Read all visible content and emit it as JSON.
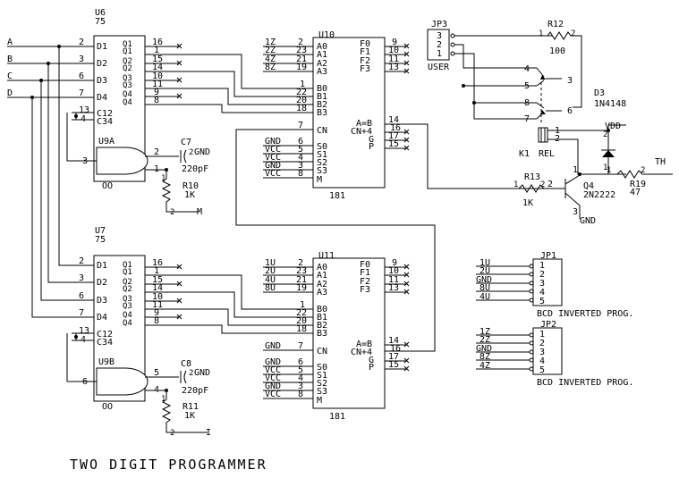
{
  "title": "TWO DIGIT PROGRAMMER",
  "inputs": [
    "A",
    "B",
    "C",
    "D"
  ],
  "u6": {
    "ref": "U6",
    "part": "75",
    "pins_left": [
      {
        "pin": "2",
        "name": "D1"
      },
      {
        "pin": "3",
        "name": "D2"
      },
      {
        "pin": "6",
        "name": "D3"
      },
      {
        "pin": "7",
        "name": "D4"
      },
      {
        "pin": "13",
        "name": "C12"
      },
      {
        "pin": "4",
        "name": "C34"
      }
    ],
    "pins_right": [
      {
        "pin": "16",
        "name": "Q1"
      },
      {
        "pin": "1",
        "name": "Q1"
      },
      {
        "pin": "15",
        "name": "Q2"
      },
      {
        "pin": "14",
        "name": "Q2"
      },
      {
        "pin": "10",
        "name": "Q3"
      },
      {
        "pin": "11",
        "name": "Q3"
      },
      {
        "pin": "9",
        "name": "Q4"
      },
      {
        "pin": "8",
        "name": "Q4"
      }
    ]
  },
  "u7": {
    "ref": "U7",
    "part": "75",
    "pins_left": [
      {
        "pin": "2",
        "name": "D1"
      },
      {
        "pin": "3",
        "name": "D2"
      },
      {
        "pin": "6",
        "name": "D3"
      },
      {
        "pin": "7",
        "name": "D4"
      },
      {
        "pin": "13",
        "name": "C12"
      },
      {
        "pin": "4",
        "name": "C34"
      }
    ],
    "pins_right": [
      {
        "pin": "16",
        "name": "Q1"
      },
      {
        "pin": "1",
        "name": "Q1"
      },
      {
        "pin": "15",
        "name": "Q2"
      },
      {
        "pin": "14",
        "name": "Q2"
      },
      {
        "pin": "10",
        "name": "Q3"
      },
      {
        "pin": "11",
        "name": "Q3"
      },
      {
        "pin": "9",
        "name": "Q4"
      },
      {
        "pin": "8",
        "name": "Q4"
      }
    ]
  },
  "u10": {
    "ref": "U10",
    "part": "181",
    "a_pins": [
      {
        "net": "1Z",
        "pin": "2",
        "name": "A0"
      },
      {
        "net": "2Z",
        "pin": "23",
        "name": "A1"
      },
      {
        "net": "4Z",
        "pin": "21",
        "name": "A2"
      },
      {
        "net": "8Z",
        "pin": "19",
        "name": "A3"
      }
    ],
    "b_pins": [
      {
        "pin": "1",
        "name": "B0"
      },
      {
        "pin": "22",
        "name": "B1"
      },
      {
        "pin": "20",
        "name": "B2"
      },
      {
        "pin": "18",
        "name": "B3"
      }
    ],
    "cn": {
      "pin": "7",
      "name": "CN"
    },
    "s_pins": [
      {
        "net": "GND",
        "pin": "6",
        "name": "S0"
      },
      {
        "net": "VCC",
        "pin": "5",
        "name": "S1"
      },
      {
        "net": "VCC",
        "pin": "4",
        "name": "S2"
      },
      {
        "net": "GND",
        "pin": "3",
        "name": "S3"
      },
      {
        "net": "VCC",
        "pin": "8",
        "name": "M"
      }
    ],
    "f_pins": [
      {
        "name": "F0",
        "pin": "9"
      },
      {
        "name": "F1",
        "pin": "10"
      },
      {
        "name": "F2",
        "pin": "11"
      },
      {
        "name": "F3",
        "pin": "13"
      }
    ],
    "out_pins": [
      {
        "name": "A=B",
        "pin": "14"
      },
      {
        "name": "CN+4",
        "pin": "16"
      },
      {
        "name": "G",
        "pin": "17"
      },
      {
        "name": "P",
        "pin": "15"
      }
    ]
  },
  "u11": {
    "ref": "U11",
    "part": "181",
    "a_pins": [
      {
        "net": "1U",
        "pin": "2",
        "name": "A0"
      },
      {
        "net": "2U",
        "pin": "23",
        "name": "A1"
      },
      {
        "net": "4U",
        "pin": "21",
        "name": "A2"
      },
      {
        "net": "8U",
        "pin": "19",
        "name": "A3"
      }
    ],
    "b_pins": [
      {
        "pin": "1",
        "name": "B0"
      },
      {
        "pin": "22",
        "name": "B1"
      },
      {
        "pin": "20",
        "name": "B2"
      },
      {
        "pin": "18",
        "name": "B3"
      }
    ],
    "cn": {
      "net": "GND",
      "pin": "7",
      "name": "CN"
    },
    "s_pins": [
      {
        "net": "GND",
        "pin": "6",
        "name": "S0"
      },
      {
        "net": "VCC",
        "pin": "5",
        "name": "S1"
      },
      {
        "net": "VCC",
        "pin": "4",
        "name": "S2"
      },
      {
        "net": "GND",
        "pin": "3",
        "name": "S3"
      },
      {
        "net": "VCC",
        "pin": "8",
        "name": "M"
      }
    ],
    "f_pins": [
      {
        "name": "F0",
        "pin": "9"
      },
      {
        "name": "F1",
        "pin": "10"
      },
      {
        "name": "F2",
        "pin": "11"
      },
      {
        "name": "F3",
        "pin": "13"
      }
    ],
    "out_pins": [
      {
        "name": "A=B",
        "pin": "14"
      },
      {
        "name": "CN+4",
        "pin": "16"
      },
      {
        "name": "G",
        "pin": "17"
      },
      {
        "name": "P",
        "pin": "15"
      }
    ]
  },
  "u9a": {
    "ref": "U9A",
    "in_pin": "3",
    "out_pins": [
      "2",
      "1"
    ]
  },
  "u9b": {
    "ref": "U9B",
    "in_pin": "6",
    "out_pins": [
      "5",
      "4"
    ]
  },
  "c7": {
    "ref": "C7",
    "value": "220pF",
    "pin1": "1",
    "pin2": "2",
    "net": "GND"
  },
  "c8": {
    "ref": "C8",
    "value": "220pF",
    "pin1": "1",
    "pin2": "2",
    "net": "GND"
  },
  "r10": {
    "ref": "R10",
    "value": "1K",
    "pin1": "1",
    "pin2": "2",
    "net": "M"
  },
  "r11": {
    "ref": "R11",
    "value": "1K",
    "pin1": "1",
    "pin2": "2",
    "net": "I"
  },
  "jp3": {
    "ref": "JP3",
    "label": "USER",
    "pins": [
      "3",
      "2",
      "1"
    ]
  },
  "r12": {
    "ref": "R12",
    "value": "100",
    "pin1": "1",
    "pin2": "2"
  },
  "d3": {
    "ref": "D3",
    "part": "1N4148"
  },
  "k1": {
    "ref": "K1",
    "label": "REL",
    "pins": [
      "4",
      "5",
      "8",
      "7",
      "3",
      "6",
      "1",
      "2"
    ]
  },
  "vdd": "VDD",
  "r13": {
    "ref": "R13",
    "value": "1K",
    "pin1": "1",
    "pin2": "2"
  },
  "q4": {
    "ref": "Q4",
    "part": "2N2222",
    "pins": [
      "2",
      "1",
      "3"
    ],
    "gnd": "GND"
  },
  "r19": {
    "ref": "R19",
    "value": "47",
    "pin1": "1",
    "pin2": "2",
    "net": "TH"
  },
  "jp1": {
    "ref": "JP1",
    "caption": "BCD INVERTED PROG.",
    "nets": [
      "1U",
      "2U",
      "GND",
      "8U",
      "4U"
    ],
    "pins": [
      "1",
      "2",
      "3",
      "4",
      "5"
    ]
  },
  "jp2": {
    "ref": "JP2",
    "caption": "BCD INVERTED PROG.",
    "nets": [
      "1Z",
      "2Z",
      "GND",
      "8Z",
      "4Z"
    ],
    "pins": [
      "1",
      "2",
      "3",
      "4",
      "5"
    ]
  }
}
